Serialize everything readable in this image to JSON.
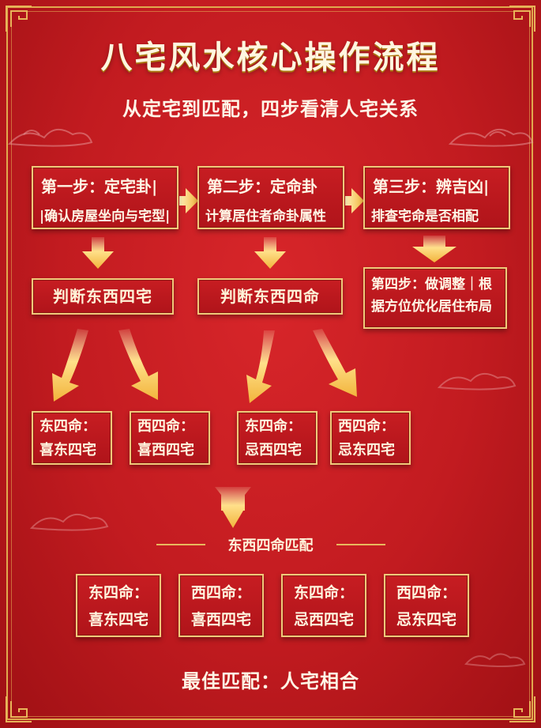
{
  "header": {
    "title": "八宅风水核心操作流程",
    "subtitle": "从定宅到匹配，四步看清人宅关系"
  },
  "steps": [
    {
      "title": "第一步：定宅卦|",
      "desc": "|确认房屋坐向与宅型|"
    },
    {
      "title": "第二步：定命卦",
      "desc": "计算居住者命卦属性"
    },
    {
      "title": "第三步：辨吉凶|",
      "desc": "排查宅命是否相配"
    }
  ],
  "judgments": [
    "判断东西四宅",
    "判断东西四命"
  ],
  "step4": {
    "line1": "第四步：做调整｜根",
    "line2": "据方位优化居住布局"
  },
  "results": [
    {
      "line1": "东四命：",
      "line2": "喜东四宅"
    },
    {
      "line1": "西四命：",
      "line2": "喜西四宅"
    },
    {
      "line1": "东四命：",
      "line2": "忌西四宅"
    },
    {
      "line1": "西四命：",
      "line2": "忌东四宅"
    }
  ],
  "match_label": "东西四命匹配",
  "match_cards": [
    {
      "line1": "东四命：",
      "line2": "喜东四宅"
    },
    {
      "line1": "西四命：",
      "line2": "喜西四宅"
    },
    {
      "line1": "东四命：",
      "line2": "忌西四宅"
    },
    {
      "line1": "西四命：",
      "line2": "忌东四宅"
    }
  ],
  "footer": {
    "text": "最佳匹配：人宅相合"
  },
  "colors": {
    "background": "#c21b20",
    "gold": "#f0c97a",
    "arrow": "#f5c86a"
  }
}
